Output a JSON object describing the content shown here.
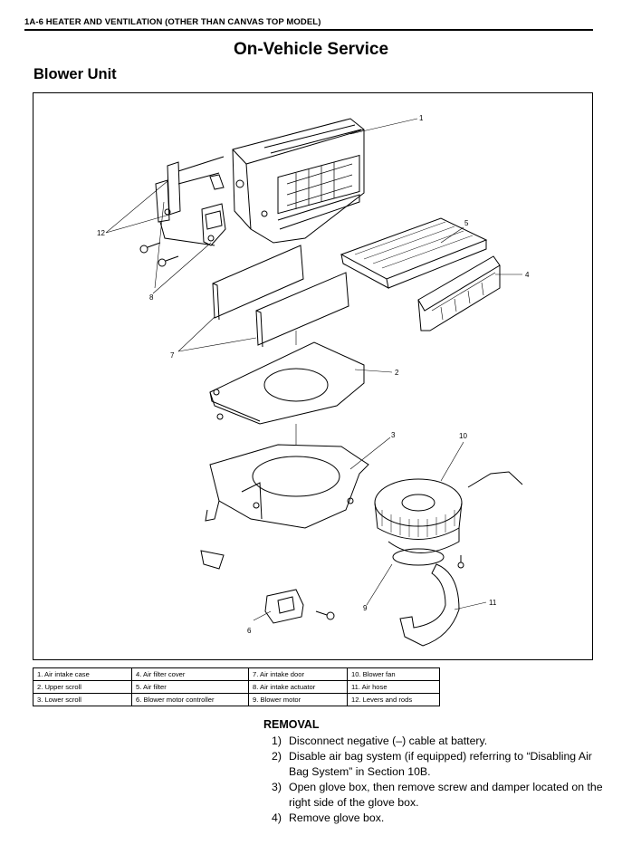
{
  "header": {
    "section_code": "1A-6 HEATER AND VENTILATION (OTHER THAN CANVAS TOP MODEL)"
  },
  "page_title": "On-Vehicle Service",
  "section_title": "Blower Unit",
  "figure": {
    "callouts": [
      "1",
      "2",
      "3",
      "4",
      "5",
      "6",
      "7",
      "8",
      "9",
      "10",
      "11",
      "12"
    ]
  },
  "legend": {
    "rows": [
      [
        "1.  Air intake case",
        "4.  Air filter cover",
        "7.  Air intake door",
        "10.  Blower fan"
      ],
      [
        "2.  Upper scroll",
        "5.  Air filter",
        "8.  Air intake actuator",
        "11.  Air hose"
      ],
      [
        "3.  Lower scroll",
        "6.  Blower motor controller",
        "9.  Blower motor",
        "12.  Levers and rods"
      ]
    ]
  },
  "removal": {
    "title": "REMOVAL",
    "steps": [
      {
        "num": "1)",
        "text": "Disconnect negative (–) cable at battery."
      },
      {
        "num": "2)",
        "text": "Disable air bag system (if equipped) referring to “Disabling Air Bag System” in Section 10B."
      },
      {
        "num": "3)",
        "text": "Open glove box, then remove screw and damper located on the right side of the glove box."
      },
      {
        "num": "4)",
        "text": "Remove glove box."
      }
    ]
  }
}
